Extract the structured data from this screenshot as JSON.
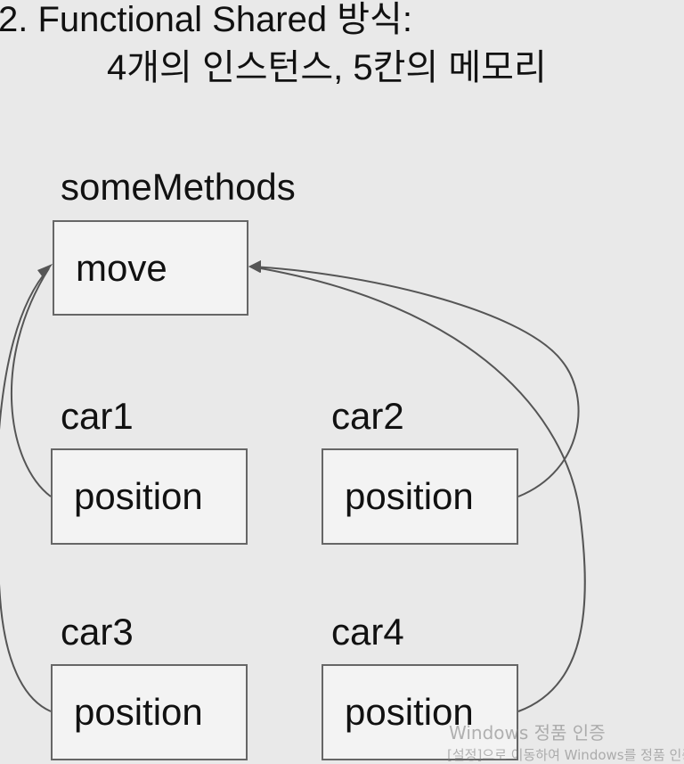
{
  "slide": {
    "title_line_1": "2. Functional Shared 방식:",
    "title_line_2": "4개의 인스턴스, 5칸의 메모리"
  },
  "diagram": {
    "shared_label": "someMethods",
    "shared_box_text": "move",
    "instances": [
      {
        "label": "car1",
        "box_text": "position"
      },
      {
        "label": "car2",
        "box_text": "position"
      },
      {
        "label": "car3",
        "box_text": "position"
      },
      {
        "label": "car4",
        "box_text": "position"
      }
    ]
  },
  "watermark": {
    "line_1": "Windows 정품 인증",
    "line_2": "[설정]으로 이동하여 Windows를 정품 인증"
  },
  "colors": {
    "background": "#e9e9e9",
    "box_border": "#666666",
    "arrow": "#555555",
    "text": "#111111"
  }
}
